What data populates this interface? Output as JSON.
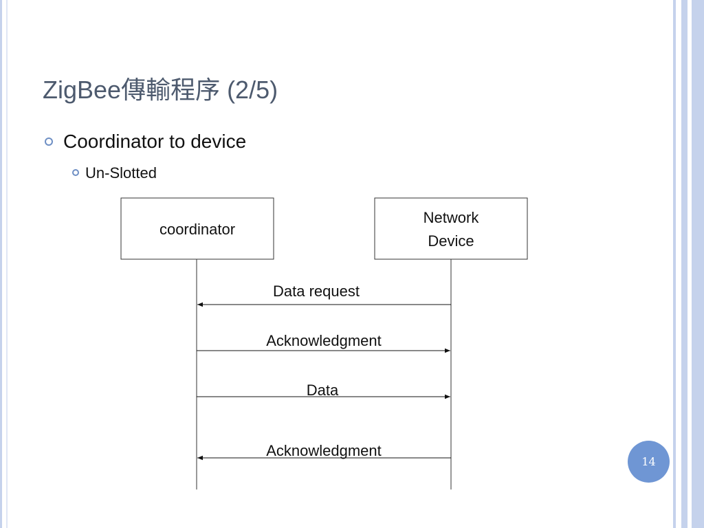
{
  "slide": {
    "title": "ZigBee傳輸程序 (2/5)",
    "page_number": "14"
  },
  "bullets": [
    {
      "text": "Coordinator  to device",
      "level": 1
    },
    {
      "text": "Un-Slotted",
      "level": 2
    }
  ],
  "diagram": {
    "participants": [
      {
        "label_lines": [
          "coordinator"
        ]
      },
      {
        "label_lines": [
          "Network",
          "Device"
        ]
      }
    ],
    "messages": [
      {
        "label": "Data request",
        "direction": "left"
      },
      {
        "label": "Acknowledgment",
        "direction": "right"
      },
      {
        "label": "Data",
        "direction": "right"
      },
      {
        "label": "Acknowledgment",
        "direction": "left"
      }
    ]
  },
  "colors": {
    "title": "#4d5a6e",
    "bullet": "#6e8fc4",
    "page_badge": "#6f96d4",
    "edge_stripes": "#c5d2ec"
  }
}
